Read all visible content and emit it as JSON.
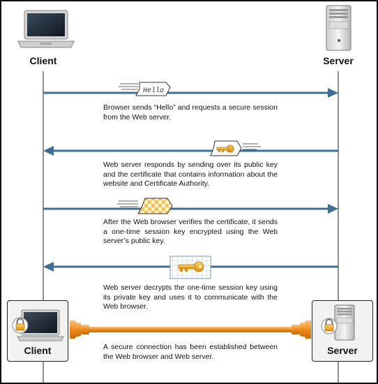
{
  "labels": {
    "client_top": "Client",
    "server_top": "Server",
    "client_box": "Client",
    "server_box": "Server"
  },
  "hello_text": "Hello",
  "steps": [
    {
      "direction": "to-server",
      "icon": "hello-message-icon",
      "text": "Browser sends “Hello” and requests a secure session from the Web server."
    },
    {
      "direction": "to-client",
      "icon": "public-key-certificate-icon",
      "text": "Web server responds by sending over its public key and the certificate that contains information about the website and Certificate Authority."
    },
    {
      "direction": "to-server",
      "icon": "encrypted-session-key-icon",
      "text": "After the Web browser verifies the certificate, it sends a one-time session key encrypted using the Web server’s public key."
    },
    {
      "direction": "to-client",
      "icon": "decrypted-session-key-icon",
      "text": "Web server decrypts the one-time session key using its private key and uses it to communicate with the Web browser."
    }
  ],
  "final_text": "A secure connection has been established between the Web browser and Web server.",
  "colors": {
    "arrow": "#3f6f95",
    "connection": "#f08a1e",
    "key": "#f3a21c"
  }
}
